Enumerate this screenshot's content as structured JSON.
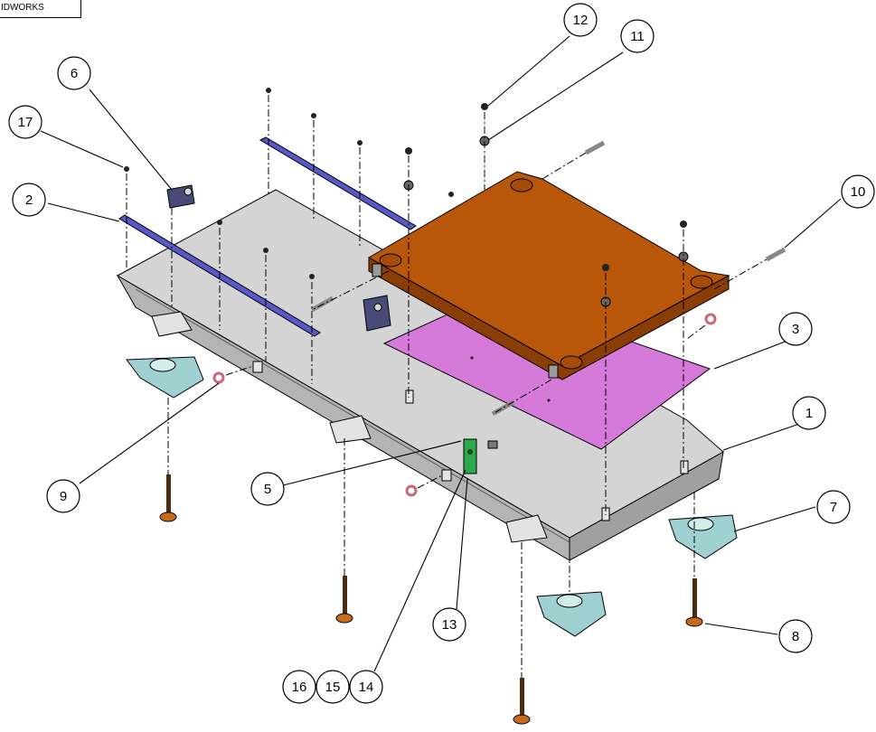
{
  "watermark": "IDWORKS",
  "balloons": [
    {
      "id": "b1",
      "label": "1"
    },
    {
      "id": "b2",
      "label": "2"
    },
    {
      "id": "b3",
      "label": "3"
    },
    {
      "id": "b5",
      "label": "5"
    },
    {
      "id": "b6",
      "label": "6"
    },
    {
      "id": "b7",
      "label": "7"
    },
    {
      "id": "b8",
      "label": "8"
    },
    {
      "id": "b9",
      "label": "9"
    },
    {
      "id": "b10",
      "label": "10"
    },
    {
      "id": "b11",
      "label": "11"
    },
    {
      "id": "b12",
      "label": "12"
    },
    {
      "id": "b13",
      "label": "13"
    },
    {
      "id": "b14",
      "label": "14"
    },
    {
      "id": "b15",
      "label": "15"
    },
    {
      "id": "b16",
      "label": "16"
    },
    {
      "id": "b17",
      "label": "17"
    }
  ],
  "colors": {
    "base_plate": "#d4d4d4",
    "top_plate": "#b8560a",
    "pad_sheet": "#d57ad8",
    "rails": "#5858c8",
    "brackets": "#4a4a78",
    "feet": "#9fd0d2",
    "leveler_pads": "#c86a1c",
    "sensor_board": "#2aa84a",
    "eyebolts": "#c86878"
  }
}
